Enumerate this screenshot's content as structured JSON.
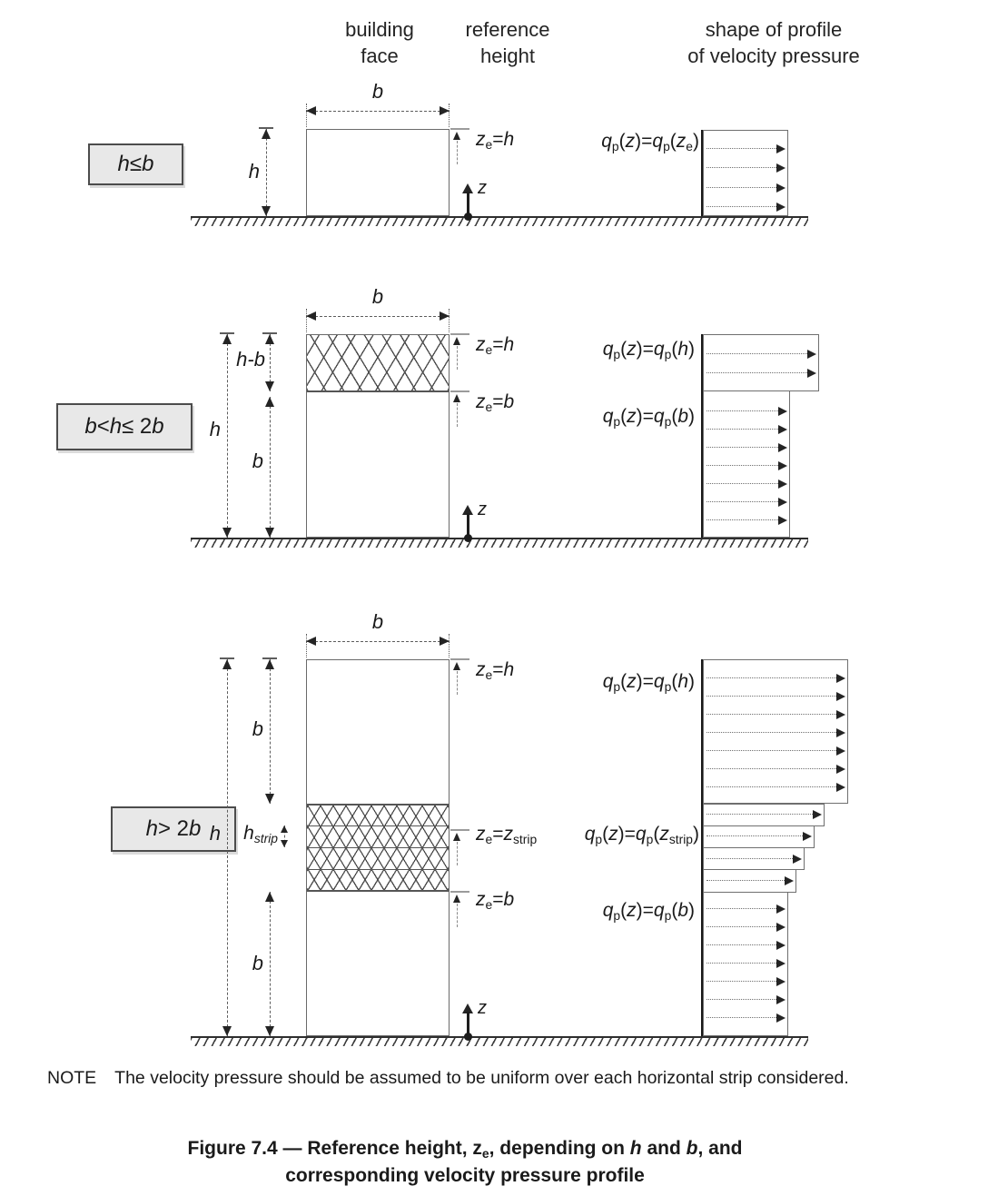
{
  "headers": {
    "building_face": [
      "building",
      "face"
    ],
    "reference_height": [
      "reference",
      "height"
    ],
    "profile_shape": [
      "shape of profile",
      "of velocity pressure"
    ]
  },
  "rows": {
    "r1": {
      "condition": [
        {
          "t": "h",
          "i": 1
        },
        {
          "t": " ≤ "
        },
        {
          "t": "b",
          "i": 1
        }
      ],
      "dim_b": "b",
      "dim_h": "h",
      "z": "z",
      "ze_h": [
        {
          "t": "z",
          "i": 1
        },
        {
          "t": "e",
          "sub": 1
        },
        {
          "t": "="
        },
        {
          "t": "h",
          "i": 1
        }
      ],
      "formula": [
        {
          "t": "q",
          "i": 1
        },
        {
          "t": "p",
          "sub": 1
        },
        {
          "t": "("
        },
        {
          "t": "z",
          "i": 1
        },
        {
          "t": ")="
        },
        {
          "t": "q",
          "i": 1
        },
        {
          "t": "p",
          "sub": 1
        },
        {
          "t": "("
        },
        {
          "t": "z",
          "i": 1
        },
        {
          "t": "e",
          "sub": 1
        },
        {
          "t": ")"
        }
      ]
    },
    "r2": {
      "condition": [
        {
          "t": "b",
          "i": 1
        },
        {
          "t": " < "
        },
        {
          "t": "h",
          "i": 1
        },
        {
          "t": " ≤ 2"
        },
        {
          "t": "b",
          "i": 1
        }
      ],
      "dim_b": "b",
      "dim_h": "h",
      "dim_hb": [
        {
          "t": "h",
          "i": 1
        },
        {
          "t": "-"
        },
        {
          "t": "b",
          "i": 1
        }
      ],
      "dim_b_side": "b",
      "z": "z",
      "ze_h": [
        {
          "t": "z",
          "i": 1
        },
        {
          "t": "e",
          "sub": 1
        },
        {
          "t": "="
        },
        {
          "t": "h",
          "i": 1
        }
      ],
      "ze_b": [
        {
          "t": "z",
          "i": 1
        },
        {
          "t": "e",
          "sub": 1
        },
        {
          "t": "="
        },
        {
          "t": "b",
          "i": 1
        }
      ],
      "formula_h": [
        {
          "t": "q",
          "i": 1
        },
        {
          "t": "p",
          "sub": 1
        },
        {
          "t": "("
        },
        {
          "t": "z",
          "i": 1
        },
        {
          "t": ")="
        },
        {
          "t": "q",
          "i": 1
        },
        {
          "t": "p",
          "sub": 1
        },
        {
          "t": "("
        },
        {
          "t": "h",
          "i": 1
        },
        {
          "t": ")"
        }
      ],
      "formula_b": [
        {
          "t": "q",
          "i": 1
        },
        {
          "t": "p",
          "sub": 1
        },
        {
          "t": "("
        },
        {
          "t": "z",
          "i": 1
        },
        {
          "t": ")="
        },
        {
          "t": "q",
          "i": 1
        },
        {
          "t": "p",
          "sub": 1
        },
        {
          "t": "("
        },
        {
          "t": "b",
          "i": 1
        },
        {
          "t": ")"
        }
      ]
    },
    "r3": {
      "condition": [
        {
          "t": "h",
          "i": 1
        },
        {
          "t": " > 2"
        },
        {
          "t": "b",
          "i": 1
        }
      ],
      "dim_b": "b",
      "dim_h": "h",
      "dim_b_upper": "b",
      "dim_b_lower": "b",
      "dim_hstrip": [
        {
          "t": "h",
          "i": 1
        },
        {
          "t": "strip",
          "sub": 1
        }
      ],
      "z": "z",
      "ze_h": [
        {
          "t": "z",
          "i": 1
        },
        {
          "t": "e",
          "sub": 1
        },
        {
          "t": "="
        },
        {
          "t": "h",
          "i": 1
        }
      ],
      "ze_strip": [
        {
          "t": "z",
          "i": 1
        },
        {
          "t": "e",
          "sub": 1
        },
        {
          "t": "="
        },
        {
          "t": "z",
          "i": 1
        },
        {
          "t": "strip",
          "sub": 1
        }
      ],
      "ze_b": [
        {
          "t": "z",
          "i": 1
        },
        {
          "t": "e",
          "sub": 1
        },
        {
          "t": "="
        },
        {
          "t": "b",
          "i": 1
        }
      ],
      "formula_h": [
        {
          "t": "q",
          "i": 1
        },
        {
          "t": "p",
          "sub": 1
        },
        {
          "t": "("
        },
        {
          "t": "z",
          "i": 1
        },
        {
          "t": ")="
        },
        {
          "t": "q",
          "i": 1
        },
        {
          "t": "p",
          "sub": 1
        },
        {
          "t": "("
        },
        {
          "t": "h",
          "i": 1
        },
        {
          "t": ")"
        }
      ],
      "formula_strip": [
        {
          "t": "q",
          "i": 1
        },
        {
          "t": "p",
          "sub": 1
        },
        {
          "t": "("
        },
        {
          "t": "z",
          "i": 1
        },
        {
          "t": ")="
        },
        {
          "t": "q",
          "i": 1
        },
        {
          "t": "p",
          "sub": 1
        },
        {
          "t": "("
        },
        {
          "t": "z",
          "i": 1
        },
        {
          "t": "strip",
          "sub": 1
        },
        {
          "t": ")"
        }
      ],
      "formula_b": [
        {
          "t": "q",
          "i": 1
        },
        {
          "t": "p",
          "sub": 1
        },
        {
          "t": "("
        },
        {
          "t": "z",
          "i": 1
        },
        {
          "t": ")="
        },
        {
          "t": "q",
          "i": 1
        },
        {
          "t": "p",
          "sub": 1
        },
        {
          "t": "("
        },
        {
          "t": "b",
          "i": 1
        },
        {
          "t": ")"
        }
      ]
    }
  },
  "note": {
    "label": "NOTE",
    "text": "The velocity pressure should be assumed to be uniform over each horizontal strip considered."
  },
  "caption": {
    "line1": [
      {
        "t": "Figure 7.4 — Reference height, "
      },
      {
        "t": "z"
      },
      {
        "t": "e",
        "sub": 1
      },
      {
        "t": ", depending on "
      },
      {
        "t": "h",
        "i": 1
      },
      {
        "t": " and "
      },
      {
        "t": "b",
        "i": 1
      },
      {
        "t": ", and"
      }
    ],
    "line2": "corresponding velocity pressure profile"
  },
  "colors": {
    "line": "#5d5d5d",
    "arrow": "#242424",
    "condition_box_fill": "#e8e8e8",
    "text": "#1a1a1a"
  }
}
